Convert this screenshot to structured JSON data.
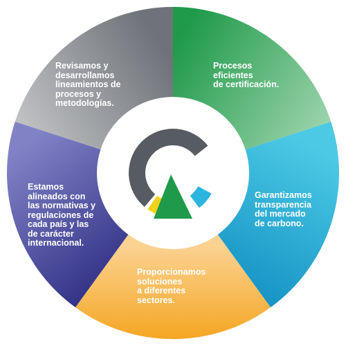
{
  "colors": {
    "gray_dark": "#6f7278",
    "gray_light": "#c4c6c8",
    "green_dark": "#1f9a4a",
    "green_light": "#a4d7b2",
    "blue_dark": "#1492c4",
    "blue_light": "#4cc9e4",
    "orange_dark": "#f5a623",
    "orange_light": "#fbd291",
    "purple_dark": "#2b2a80",
    "purple_light": "#8182c6",
    "logo_gray": "#575c63",
    "logo_yellow": "#f3d21c",
    "logo_green": "#1f9a4a",
    "logo_blue": "#2bb5df"
  },
  "segments": {
    "gray": {
      "lines": [
        "Revisamos y",
        "desarrollamos",
        "lineamientos de",
        "procesos y",
        "metodologías."
      ]
    },
    "green": {
      "lines": [
        "Procesos",
        "eficientes",
        "de certificación."
      ]
    },
    "blue": {
      "lines": [
        "Garantizamos",
        "transparencia",
        "del mercado",
        "de carbono."
      ]
    },
    "orange": {
      "lines": [
        "Proporcionamos",
        "soluciones",
        "a diferentes",
        "sectores."
      ]
    },
    "purple": {
      "lines": [
        "Estamos",
        "alineados con",
        "las normativas y",
        "regulaciones de",
        "cada país y las",
        "de carácter",
        "internacional."
      ]
    }
  }
}
